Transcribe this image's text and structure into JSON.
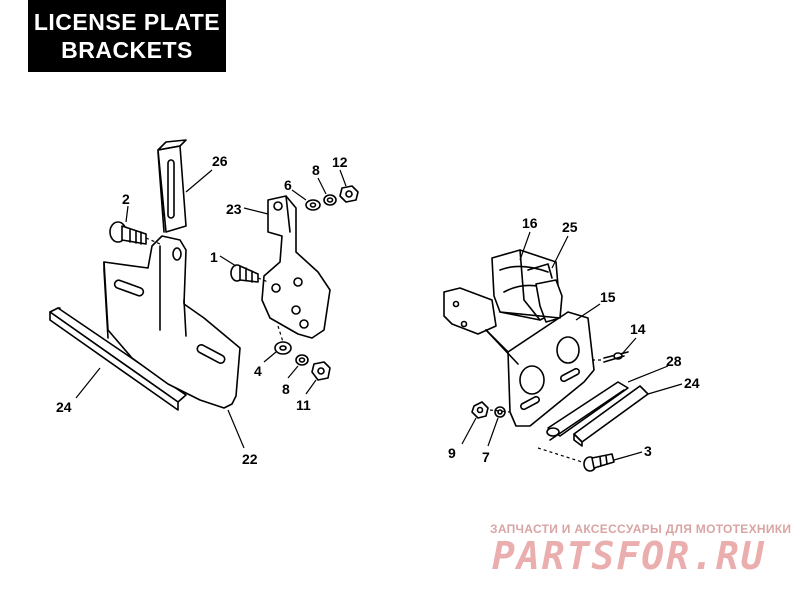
{
  "title": {
    "line1": "LICENSE PLATE",
    "line2": "BRACKETS"
  },
  "callouts": {
    "c26": "26",
    "c2": "2",
    "c6": "6",
    "c8a": "8",
    "c12": "12",
    "c23": "23",
    "c1": "1",
    "c4": "4",
    "c8b": "8",
    "c11": "11",
    "c24a": "24",
    "c22": "22",
    "c16": "16",
    "c25": "25",
    "c15": "15",
    "c14": "14",
    "c28": "28",
    "c24b": "24",
    "c9": "9",
    "c7": "7",
    "c3": "3"
  },
  "watermark": {
    "caption": "ЗАПЧАСТИ И АКСЕССУАРЫ ДЛЯ МОТОТЕХНИКИ",
    "brand": "PARTSFOR.RU"
  }
}
